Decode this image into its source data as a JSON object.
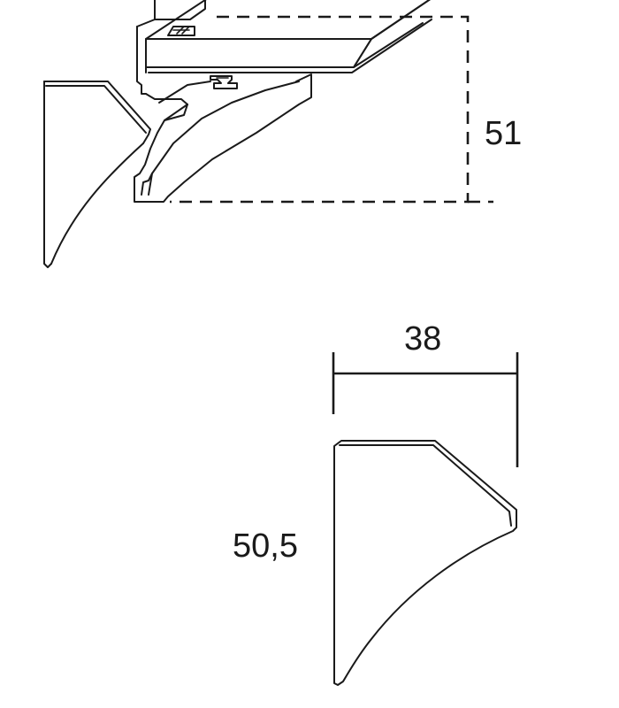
{
  "dimensions": {
    "assembled_height": "51",
    "bracket_width": "38",
    "bracket_height": "50,5"
  }
}
